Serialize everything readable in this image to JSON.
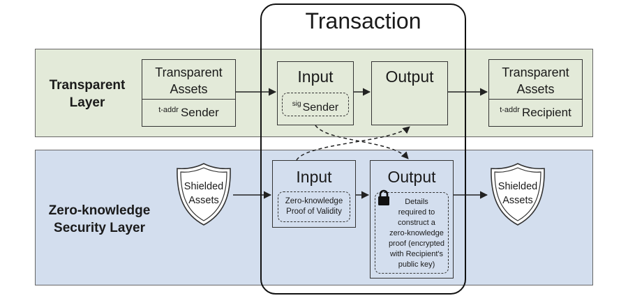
{
  "transaction": {
    "title": "Transaction"
  },
  "transparent_layer": {
    "label_line1": "Transparent",
    "label_line2": "Layer",
    "sender_assets": {
      "title_line1": "Transparent",
      "title_line2": "Assets",
      "addr_prefix": "t-addr",
      "addr_label": "Sender"
    },
    "input": {
      "title": "Input",
      "sig_prefix": "sig",
      "sig_label": "Sender"
    },
    "output": {
      "title": "Output"
    },
    "recipient_assets": {
      "title_line1": "Transparent",
      "title_line2": "Assets",
      "addr_prefix": "t-addr",
      "addr_label": "Recipient"
    }
  },
  "zk_layer": {
    "label_line1": "Zero-knowledge",
    "label_line2": "Security Layer",
    "shielded_in": {
      "line1": "Shielded",
      "line2": "Assets"
    },
    "input": {
      "title": "Input",
      "proof_line1": "Zero-knowledge",
      "proof_line2": "Proof of Validity"
    },
    "output": {
      "title": "Output",
      "details_lines": [
        "Details",
        "required to",
        "construct a",
        "zero-knowledge",
        "proof (encrypted",
        "with Recipient's",
        "public key)"
      ]
    },
    "shielded_out": {
      "line1": "Shielded",
      "line2": "Assets"
    }
  },
  "colors": {
    "transparent_layer_bg": "#e3ead9",
    "zk_layer_bg": "#d3deee",
    "stroke": "#333333"
  },
  "icons": {
    "shield": "shield-icon",
    "lock": "lock-icon"
  }
}
